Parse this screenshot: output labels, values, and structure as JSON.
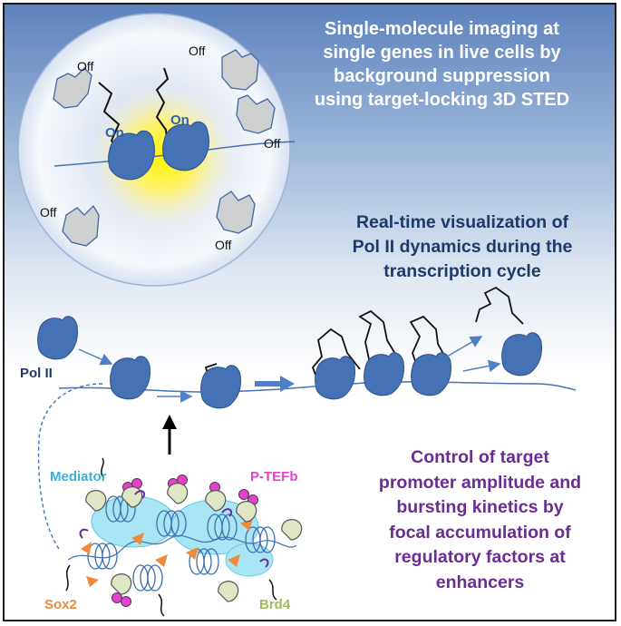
{
  "title": "Single-molecule imaging at\nsingle genes in live cells by\nbackground suppression\nusing target-locking 3D STED",
  "realtime_caption": "Real-time visualization of\nPol II dynamics during the\ntranscription cycle",
  "control_caption": "Control of target\npromoter amplitude and\nbursting kinetics by\nfocal accumulation of\nregulatory factors at\nenhancers",
  "labels": {
    "off": "Off",
    "on": "On",
    "pol_ii": "Pol II",
    "mediator": "Mediator",
    "p_tefb": "P-TEFb",
    "sox2": "Sox2",
    "brd4": "Brd4"
  },
  "colors": {
    "pol_ii": "#4472b4",
    "inactive_protein": "#cfd0d2",
    "mediator": "#3aaed8",
    "p_tefb": "#e63fd2",
    "sox2": "#f0893a",
    "brd4": "#9cbd5a",
    "realtime_text": "#1d3a6b",
    "control_text": "#6b2c93"
  }
}
